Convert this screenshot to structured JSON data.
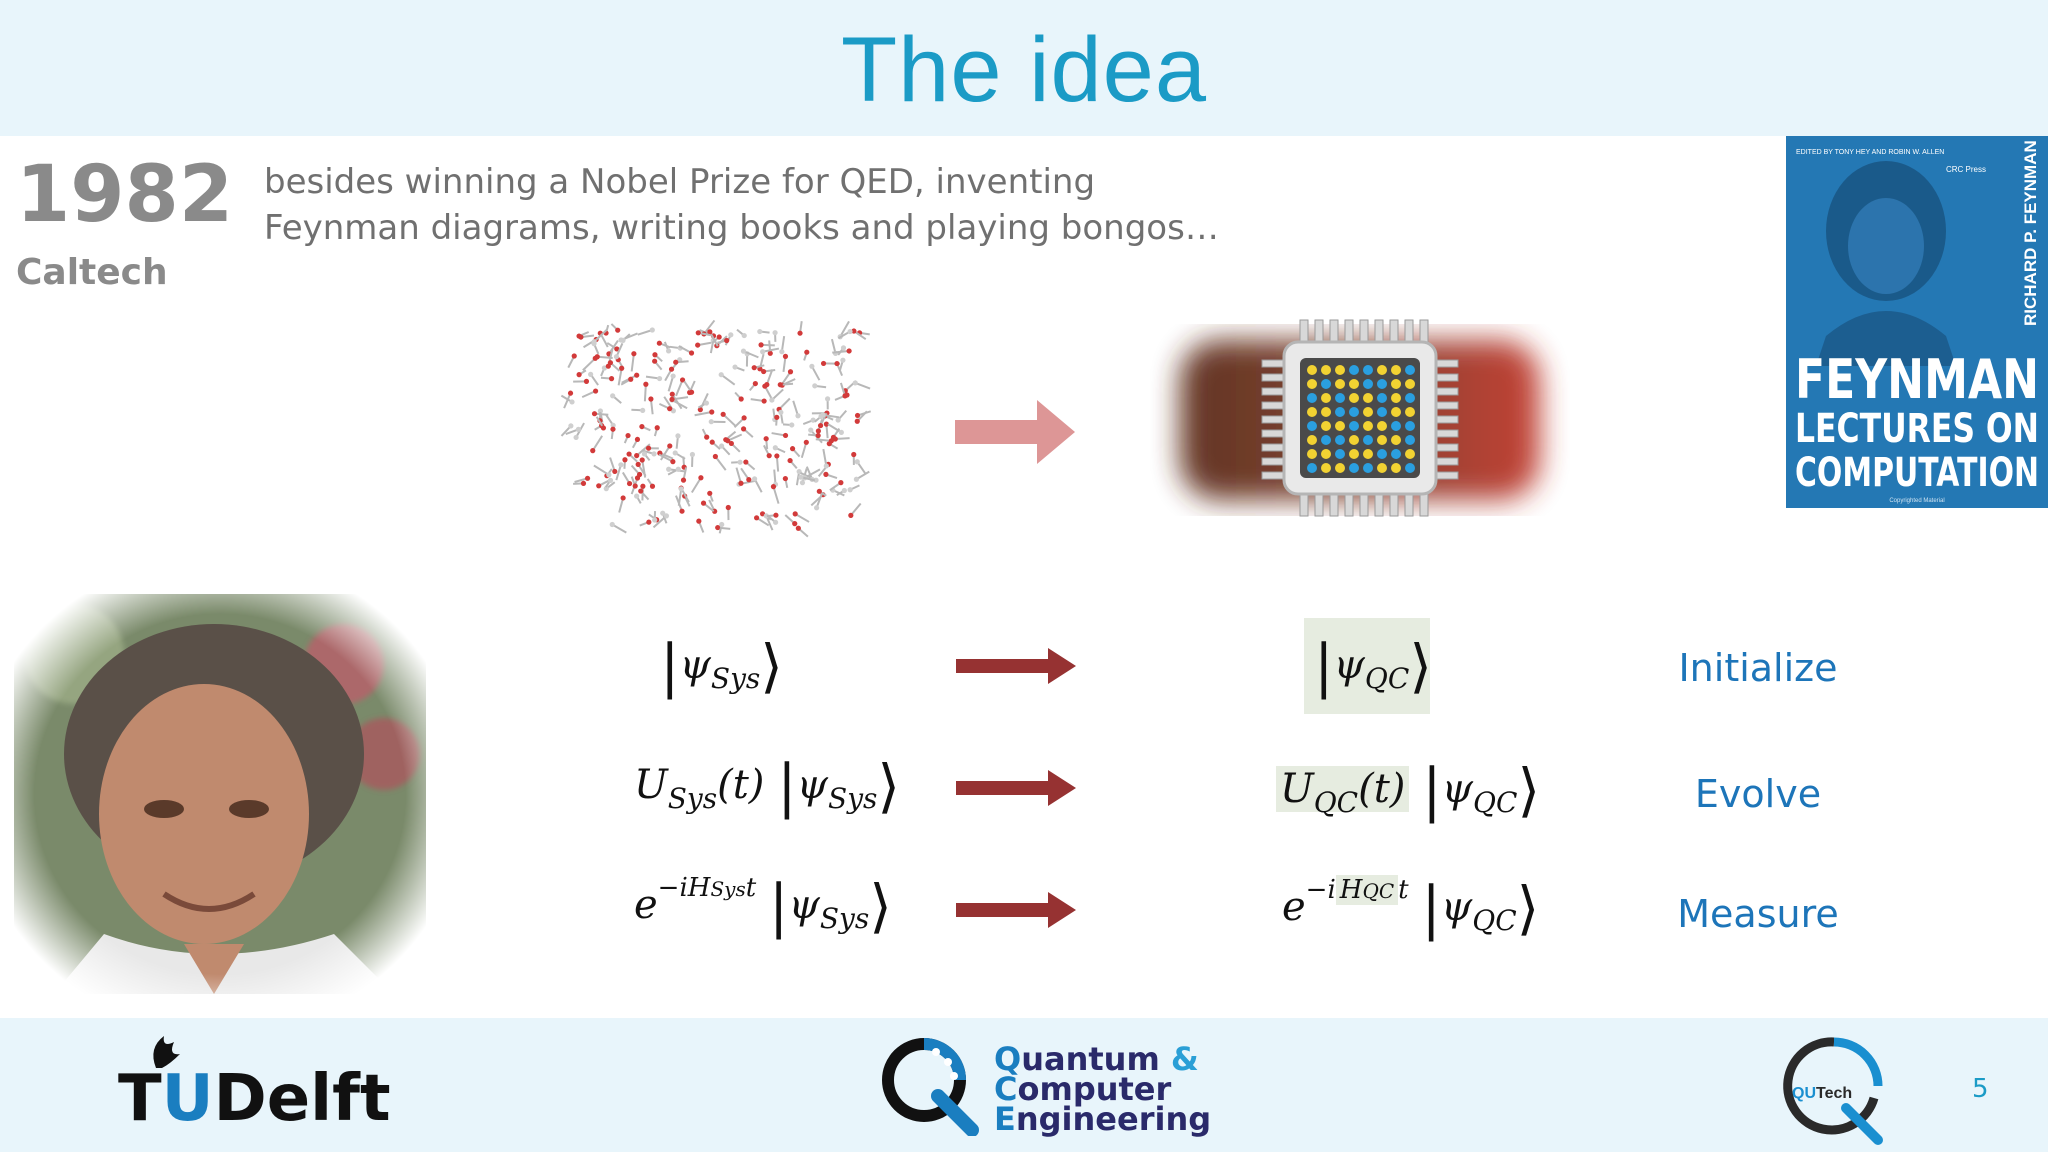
{
  "slide": {
    "title": "The idea",
    "page_number": "5"
  },
  "intro": {
    "year": "1982",
    "place": "Caltech",
    "line1": "besides winning a Nobel Prize for QED, inventing",
    "line2": "Feynman diagrams, writing books and playing bongos…"
  },
  "book": {
    "editors": "EDITED BY TONY HEY AND ROBIN W. ALLEN",
    "publisher": "CRC Press",
    "author": "RICHARD P. FEYNMAN",
    "title1": "FEYNMAN",
    "title2": "LECTURES ON",
    "title3": "COMPUTATION",
    "footer": "Copyrighted Material"
  },
  "equations": {
    "sys": {
      "psi": "ψ",
      "sub": "Sys",
      "U": "U",
      "t": "(t)",
      "e": "e",
      "exp_pre": "−i",
      "H": "H",
      "exp_post": "t"
    },
    "qc": {
      "psi": "ψ",
      "sub": "QC",
      "U": "U",
      "t": "(t)",
      "e": "e",
      "exp_pre": "−i",
      "H": "H",
      "exp_post": "t"
    }
  },
  "steps": {
    "initialize": "Initialize",
    "evolve": "Evolve",
    "measure": "Measure"
  },
  "footer": {
    "tudelft_t": "T",
    "tudelft_u": "U",
    "tudelft_rest": "Delft",
    "qce_line1_first": "Q",
    "qce_line1_rest": "uantum",
    "qce_amp": "&",
    "qce_line2_first": "C",
    "qce_line2_rest": "omputer",
    "qce_line3_first": "E",
    "qce_line3_rest": "ngineering",
    "qutech_qu": "QU",
    "qutech_tech": "Tech"
  },
  "colors": {
    "title": "#1b9bc6",
    "step_text": "#1d75b9",
    "arrow_dark": "#963232",
    "arrow_light": "#dd9696",
    "band": "#e8f5fb",
    "highlight": "#e6ece0"
  }
}
